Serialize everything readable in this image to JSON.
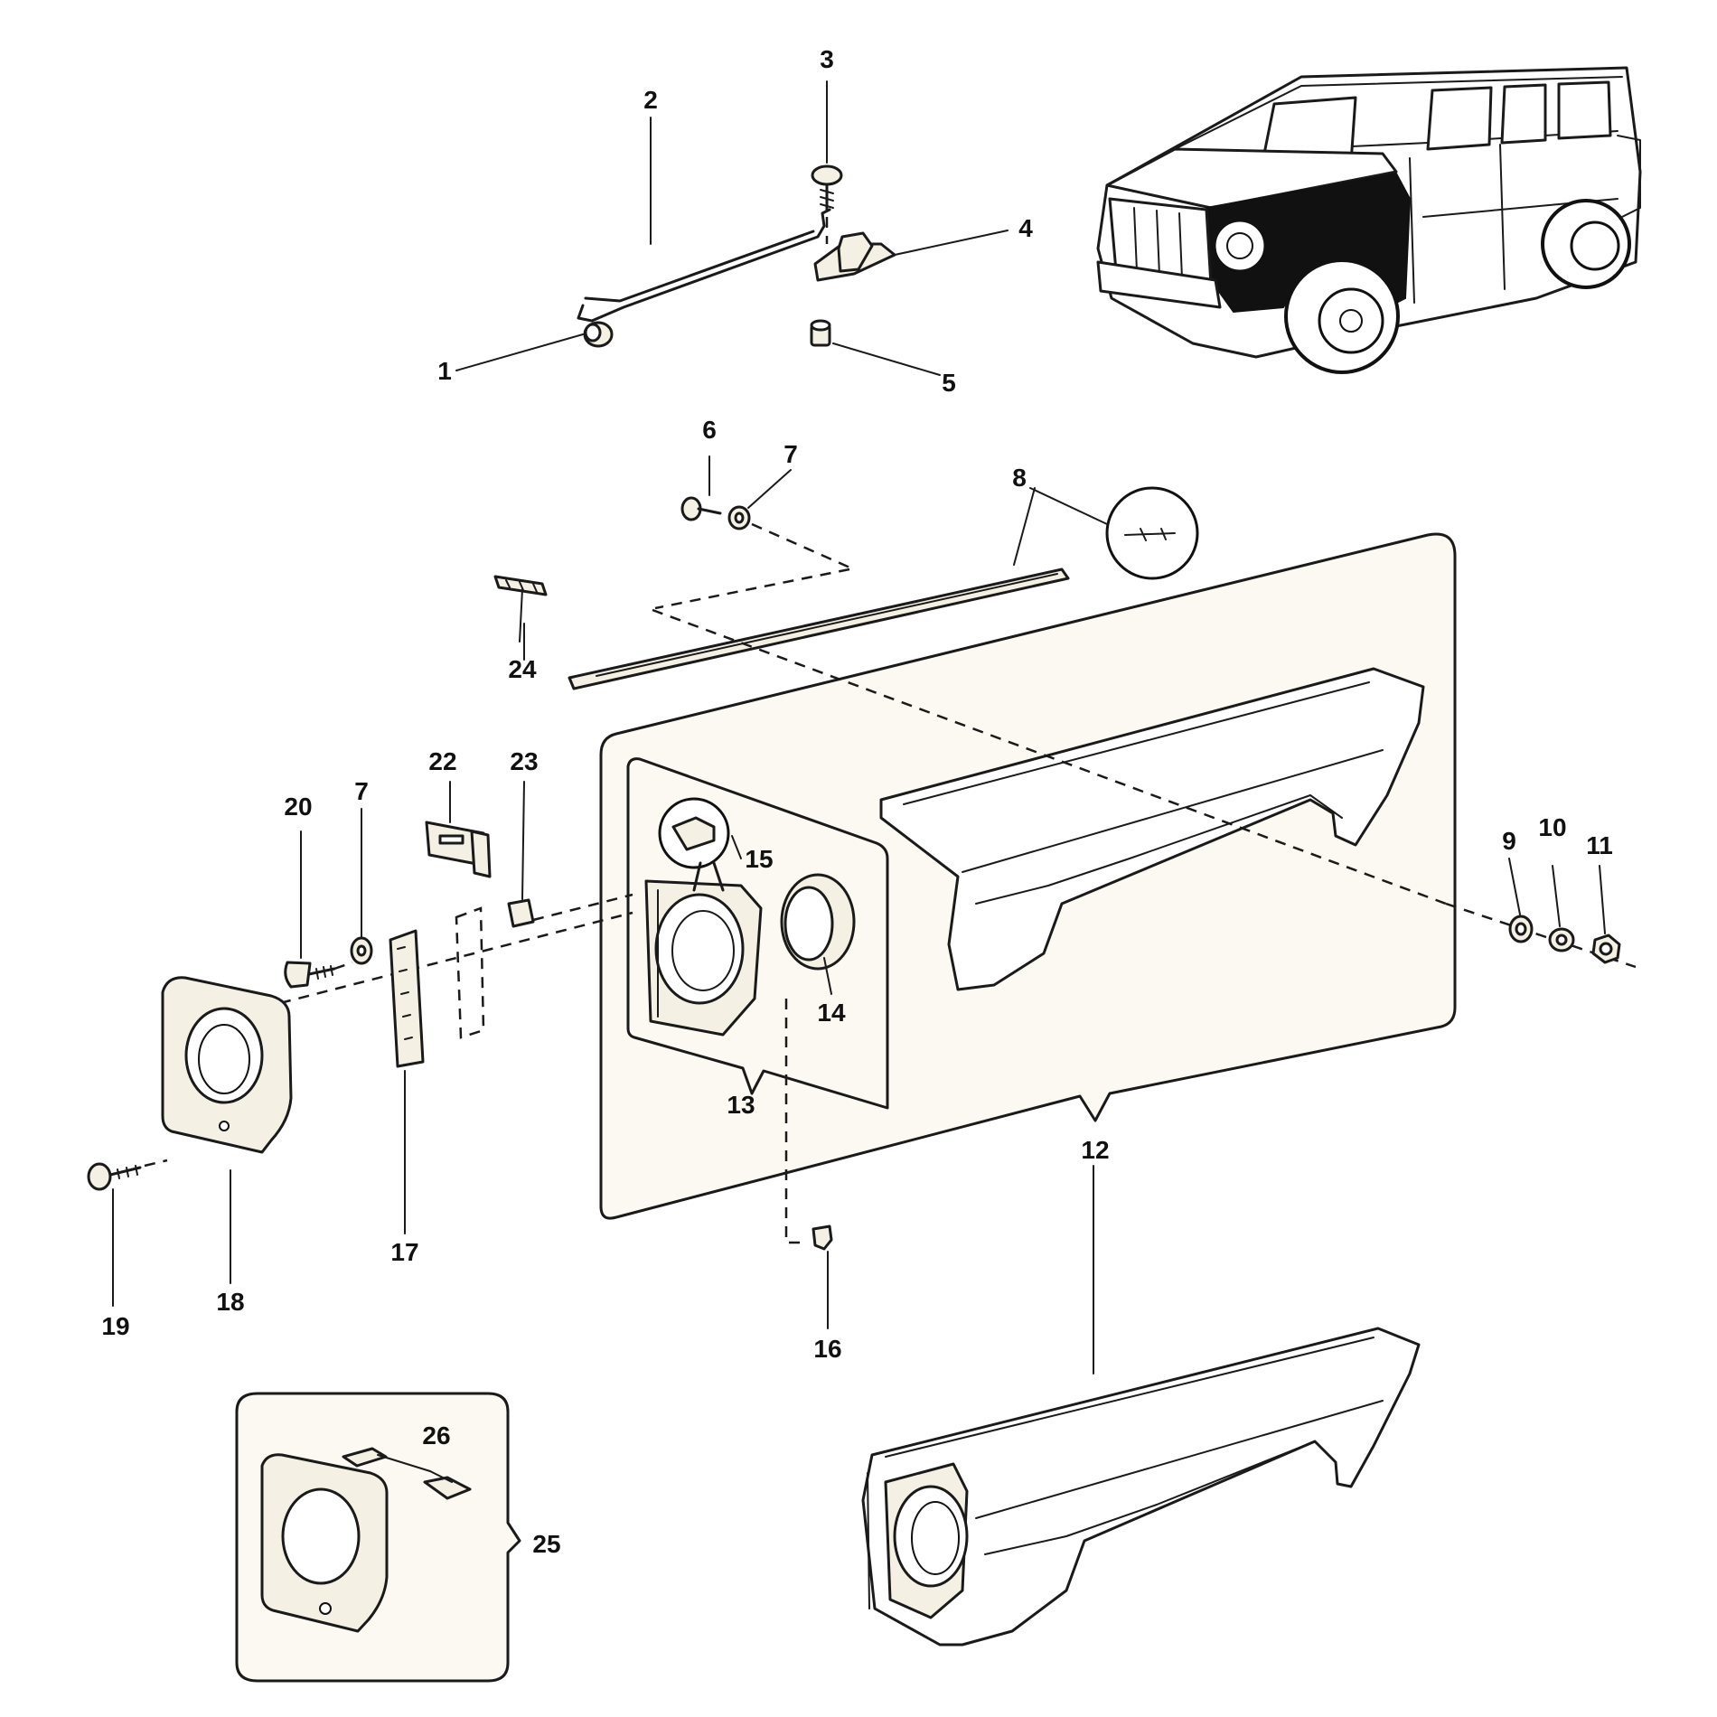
{
  "diagram": {
    "type": "exploded-parts-view",
    "callouts": [
      {
        "id": "c1",
        "text": "1"
      },
      {
        "id": "c2",
        "text": "2"
      },
      {
        "id": "c3",
        "text": "3"
      },
      {
        "id": "c4",
        "text": "4"
      },
      {
        "id": "c5",
        "text": "5"
      },
      {
        "id": "c6",
        "text": "6"
      },
      {
        "id": "c7a",
        "text": "7"
      },
      {
        "id": "c7b",
        "text": "7"
      },
      {
        "id": "c8",
        "text": "8"
      },
      {
        "id": "c9",
        "text": "9"
      },
      {
        "id": "c10",
        "text": "10"
      },
      {
        "id": "c11",
        "text": "11"
      },
      {
        "id": "c12",
        "text": "12"
      },
      {
        "id": "c13",
        "text": "13"
      },
      {
        "id": "c14",
        "text": "14"
      },
      {
        "id": "c15",
        "text": "15"
      },
      {
        "id": "c16",
        "text": "16"
      },
      {
        "id": "c17",
        "text": "17"
      },
      {
        "id": "c18",
        "text": "18"
      },
      {
        "id": "c19",
        "text": "19"
      },
      {
        "id": "c20",
        "text": "20"
      },
      {
        "id": "c22",
        "text": "22"
      },
      {
        "id": "c23",
        "text": "23"
      },
      {
        "id": "c24",
        "text": "24"
      },
      {
        "id": "c25",
        "text": "25"
      },
      {
        "id": "c26",
        "text": "26"
      }
    ]
  }
}
